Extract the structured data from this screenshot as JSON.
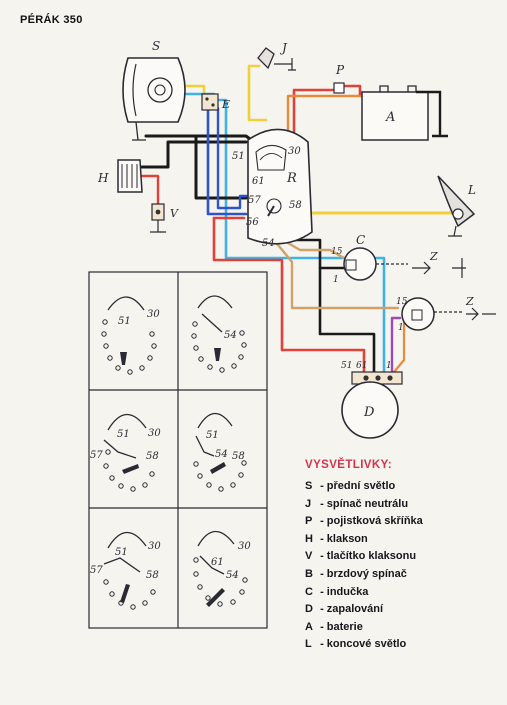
{
  "document": {
    "title": "PÉRÁK 350"
  },
  "components": {
    "S": "S",
    "J": "J",
    "P": "P",
    "E": "E",
    "A": "A",
    "H": "H",
    "V": "V",
    "R": "R",
    "L": "L",
    "C": "C",
    "Z_top": "Z",
    "Z_bottom": "Z",
    "D": "D"
  },
  "terminals": {
    "t51": "51",
    "t30": "30",
    "t61": "61",
    "t57": "57",
    "t56": "56",
    "t58": "58",
    "t54": "54",
    "t15a": "15",
    "t1a": "1",
    "t15b": "15",
    "t1b": "1",
    "d51": "51",
    "d61": "61",
    "d1": "1"
  },
  "switch_panels": [
    {
      "id": "p1",
      "labels": [
        "51",
        "30"
      ]
    },
    {
      "id": "p2",
      "labels": [
        "54"
      ]
    },
    {
      "id": "p3",
      "labels": [
        "51",
        "30",
        "57",
        "58"
      ]
    },
    {
      "id": "p4",
      "labels": [
        "51",
        "54",
        "58"
      ]
    },
    {
      "id": "p5",
      "labels": [
        "51",
        "30",
        "57",
        "58"
      ]
    },
    {
      "id": "p6",
      "labels": [
        "30",
        "61",
        "54"
      ]
    }
  ],
  "legend": {
    "title": "VYSVĚTLIVKY:",
    "items": [
      {
        "key": "S",
        "text": "- přední světlo"
      },
      {
        "key": "J",
        "text": "- spínač neutrálu"
      },
      {
        "key": "P",
        "text": "- pojistková skříňka"
      },
      {
        "key": "H",
        "text": "- klakson"
      },
      {
        "key": "V",
        "text": "- tlačítko klaksonu"
      },
      {
        "key": "B",
        "text": "- brzdový spínač"
      },
      {
        "key": "C",
        "text": "- indučka"
      },
      {
        "key": "D",
        "text": "- zapalování"
      },
      {
        "key": "A",
        "text": "- baterie"
      },
      {
        "key": "L",
        "text": "- koncové světlo"
      }
    ]
  },
  "colors": {
    "red": "#e0423a",
    "orange": "#e9893a",
    "yellow": "#f0cf3a",
    "blue": "#2c56c8",
    "cyan": "#3fb2e6",
    "black": "#1a1a1a",
    "tan": "#d2a06a",
    "purple": "#9a4bb8",
    "legend_title": "#d2344a"
  }
}
